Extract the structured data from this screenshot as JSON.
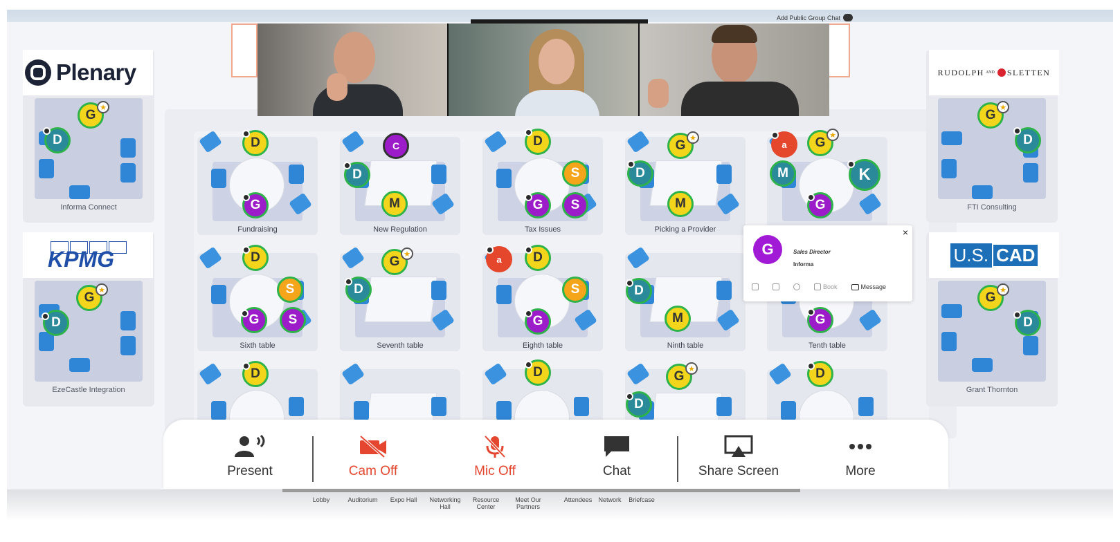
{
  "header": {
    "public_chat_label": "Add Public Group Chat"
  },
  "sponsors": {
    "left": [
      {
        "logo": "Plenary",
        "label": "Informa Connect"
      },
      {
        "logo": "KPMG",
        "label": "EzeCastle Integration"
      }
    ],
    "right": [
      {
        "logo_main": "RUDOLPH",
        "logo_and": "AND",
        "logo_end": "SLETTEN",
        "label": "FTI Consulting"
      },
      {
        "logo_us": "U.S.",
        "logo_cad": "CAD",
        "label": "Grant Thornton"
      }
    ]
  },
  "tables": {
    "row1": [
      "Fundraising",
      "New Regulation",
      "Tax Issues",
      "Picking a Provider",
      ""
    ],
    "row2": [
      "Sixth table",
      "Seventh table",
      "Eighth table",
      "Ninth table",
      "Tenth table"
    ]
  },
  "avatars": {
    "D": "D",
    "G": "G",
    "S": "S",
    "M": "M",
    "C": "C",
    "K": "K",
    "a": "a"
  },
  "popup": {
    "initial": "G",
    "title": "Sales Director",
    "company": "Informa",
    "close": "×",
    "book": "Book",
    "message": "Message"
  },
  "toolbar": {
    "present": "Present",
    "cam_off": "Cam Off",
    "mic_off": "Mic Off",
    "chat": "Chat",
    "share_screen": "Share Screen",
    "more": "More"
  },
  "nav": [
    {
      "label": "Lobby"
    },
    {
      "label": "Auditorium"
    },
    {
      "label": "Expo Hall"
    },
    {
      "label": "Networking Hall"
    },
    {
      "label": "Resource Center"
    },
    {
      "label": "Meet Our Partners"
    },
    {
      "label": "Attendees"
    },
    {
      "label": "Network"
    },
    {
      "label": "Briefcase"
    }
  ],
  "colors": {
    "accent_red": "#e5462f",
    "chair_blue": "#2f86d6",
    "avatar_border_green": "#2eb34a",
    "popup_purple": "#a11bd6",
    "kpmg_blue": "#1f4fa8",
    "uscad_blue": "#1d6fb8"
  }
}
